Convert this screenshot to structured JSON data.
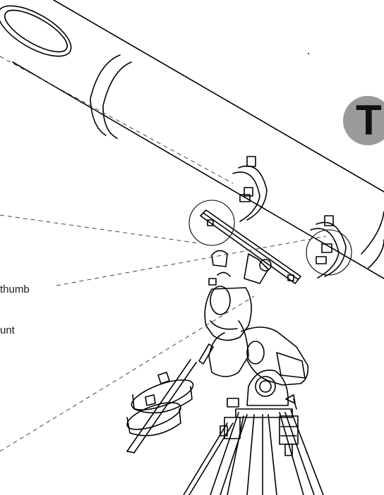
{
  "labels": {
    "thumb": "thumb",
    "mount": "unt"
  },
  "badge": {
    "letter": "T",
    "color": "#9a9a9a"
  },
  "colors": {
    "line": "#000000",
    "leader": "#555555",
    "background": "#ffffff"
  }
}
